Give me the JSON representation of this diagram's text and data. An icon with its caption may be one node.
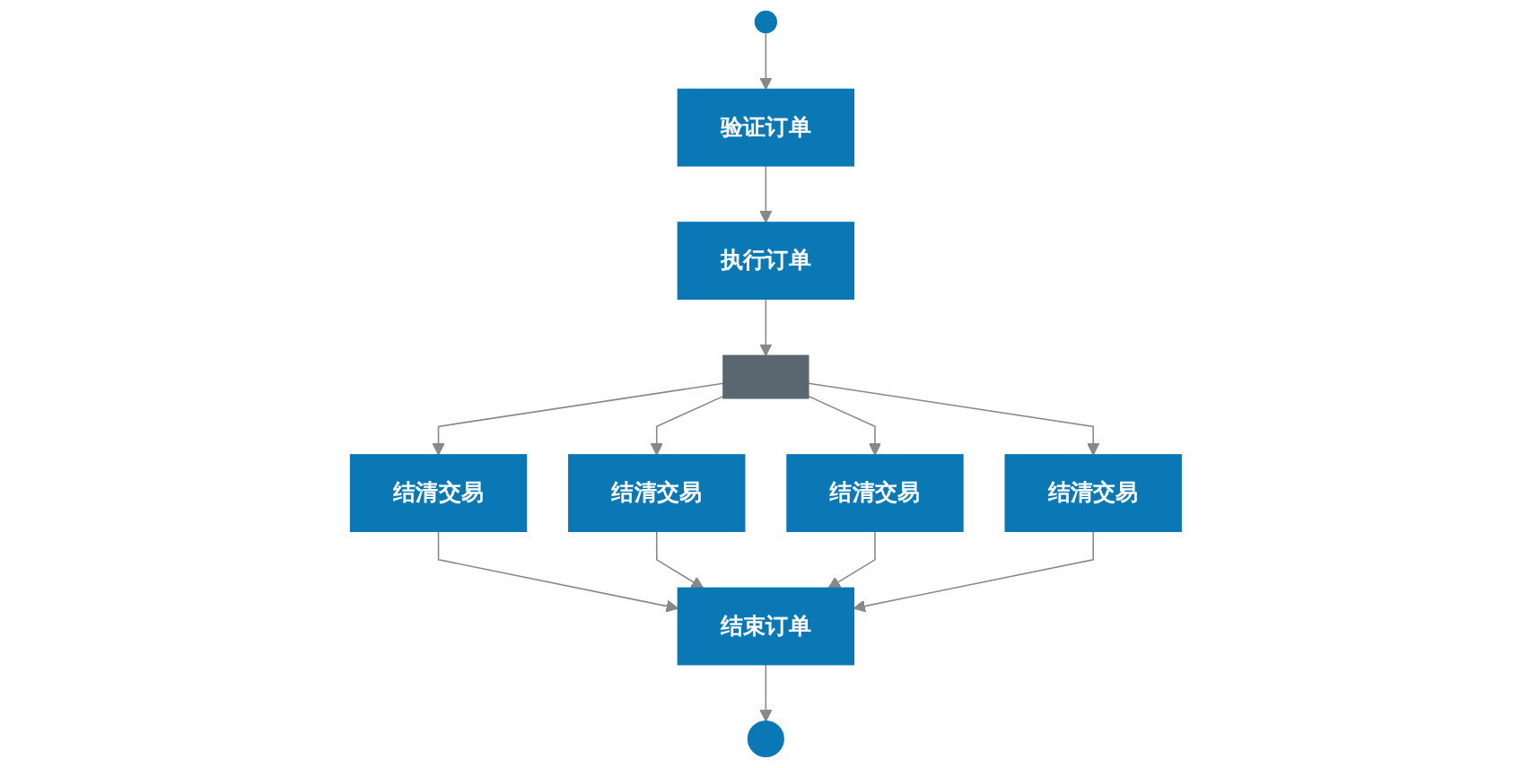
{
  "diagram": {
    "nodes": [
      {
        "text": [],
        "shape": "circle"
      },
      {
        "text": [
          "验证订单"
        ]
      },
      {
        "text": [
          "执行订单"
        ]
      },
      {
        "text": [],
        "shape": "bar"
      },
      {
        "text": [
          "结清交易"
        ]
      },
      {
        "text": [
          "结清交易"
        ]
      },
      {
        "text": [
          "结清交易"
        ]
      },
      {
        "text": [
          "结清交易"
        ]
      },
      {
        "text": [
          "结束订单"
        ]
      },
      {
        "text": [],
        "shape": "circle"
      }
    ],
    "edges": [
      {
        "from": 0,
        "to": 1,
        "arrow": "to"
      },
      {
        "from": 1,
        "to": 2,
        "arrow": "to"
      },
      {
        "from": 2,
        "to": 3,
        "arrow": "to"
      },
      {
        "from": 3,
        "to": 4,
        "arrow": "to"
      },
      {
        "from": 3,
        "to": 5,
        "arrow": "to"
      },
      {
        "from": 3,
        "to": 6,
        "arrow": "to"
      },
      {
        "from": 3,
        "to": 7,
        "arrow": "to"
      },
      {
        "from": 4,
        "to": 8,
        "arrow": "to"
      },
      {
        "from": 5,
        "to": 8,
        "arrow": "to"
      },
      {
        "from": 6,
        "to": 8,
        "arrow": "to"
      },
      {
        "from": 7,
        "to": 8,
        "arrow": "to"
      },
      {
        "from": 8,
        "to": 9,
        "arrow": "to"
      }
    ]
  }
}
